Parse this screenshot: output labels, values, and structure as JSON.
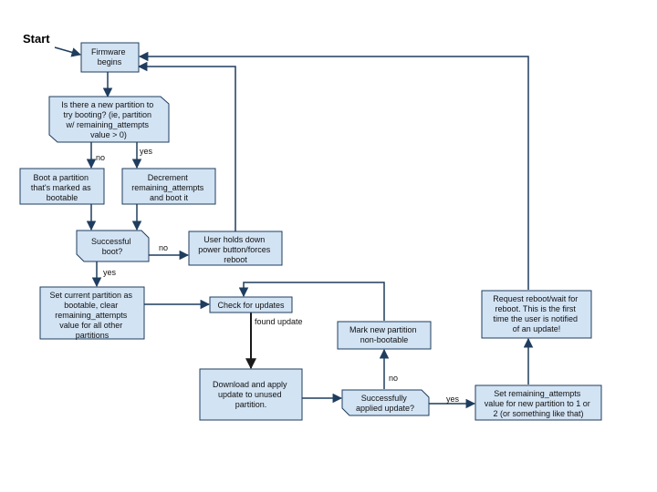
{
  "start_label": "Start",
  "nodes": {
    "firmware": [
      "Firmware",
      "begins"
    ],
    "new_partition": [
      "Is there a new partition to",
      "try booting? (ie, partition",
      "w/ remaining_attempts",
      "value > 0)"
    ],
    "boot_bootable": [
      "Boot a partition",
      "that's marked as",
      "bootable"
    ],
    "decrement": [
      "Decrement",
      "remaining_attempts",
      "and boot it"
    ],
    "successful_boot": [
      "Successful",
      "boot?"
    ],
    "user_holds": [
      "User holds down",
      "power button/forces",
      "reboot"
    ],
    "set_current": [
      "Set current partition as",
      "bootable, clear",
      "remaining_attempts",
      "value for all other",
      "partitions"
    ],
    "check_updates": [
      "Check for updates"
    ],
    "download": [
      "Download and apply",
      "update to unused",
      "partition."
    ],
    "successfully_applied": [
      "Successfully",
      "applied update?"
    ],
    "mark_nonbootable": [
      "Mark new partition",
      "non-bootable"
    ],
    "set_remaining": [
      "Set remaining_attempts",
      "value for new partition to 1 or",
      "2 (or something like that)"
    ],
    "request_reboot": [
      "Request reboot/wait for",
      "reboot. This is the first",
      "time the user is notified",
      "of an update!"
    ]
  },
  "edge_labels": {
    "no_1": "no",
    "yes_1": "yes",
    "no_2": "no",
    "yes_2": "yes",
    "found_update": "found update",
    "no_3": "no",
    "yes_3": "yes"
  }
}
